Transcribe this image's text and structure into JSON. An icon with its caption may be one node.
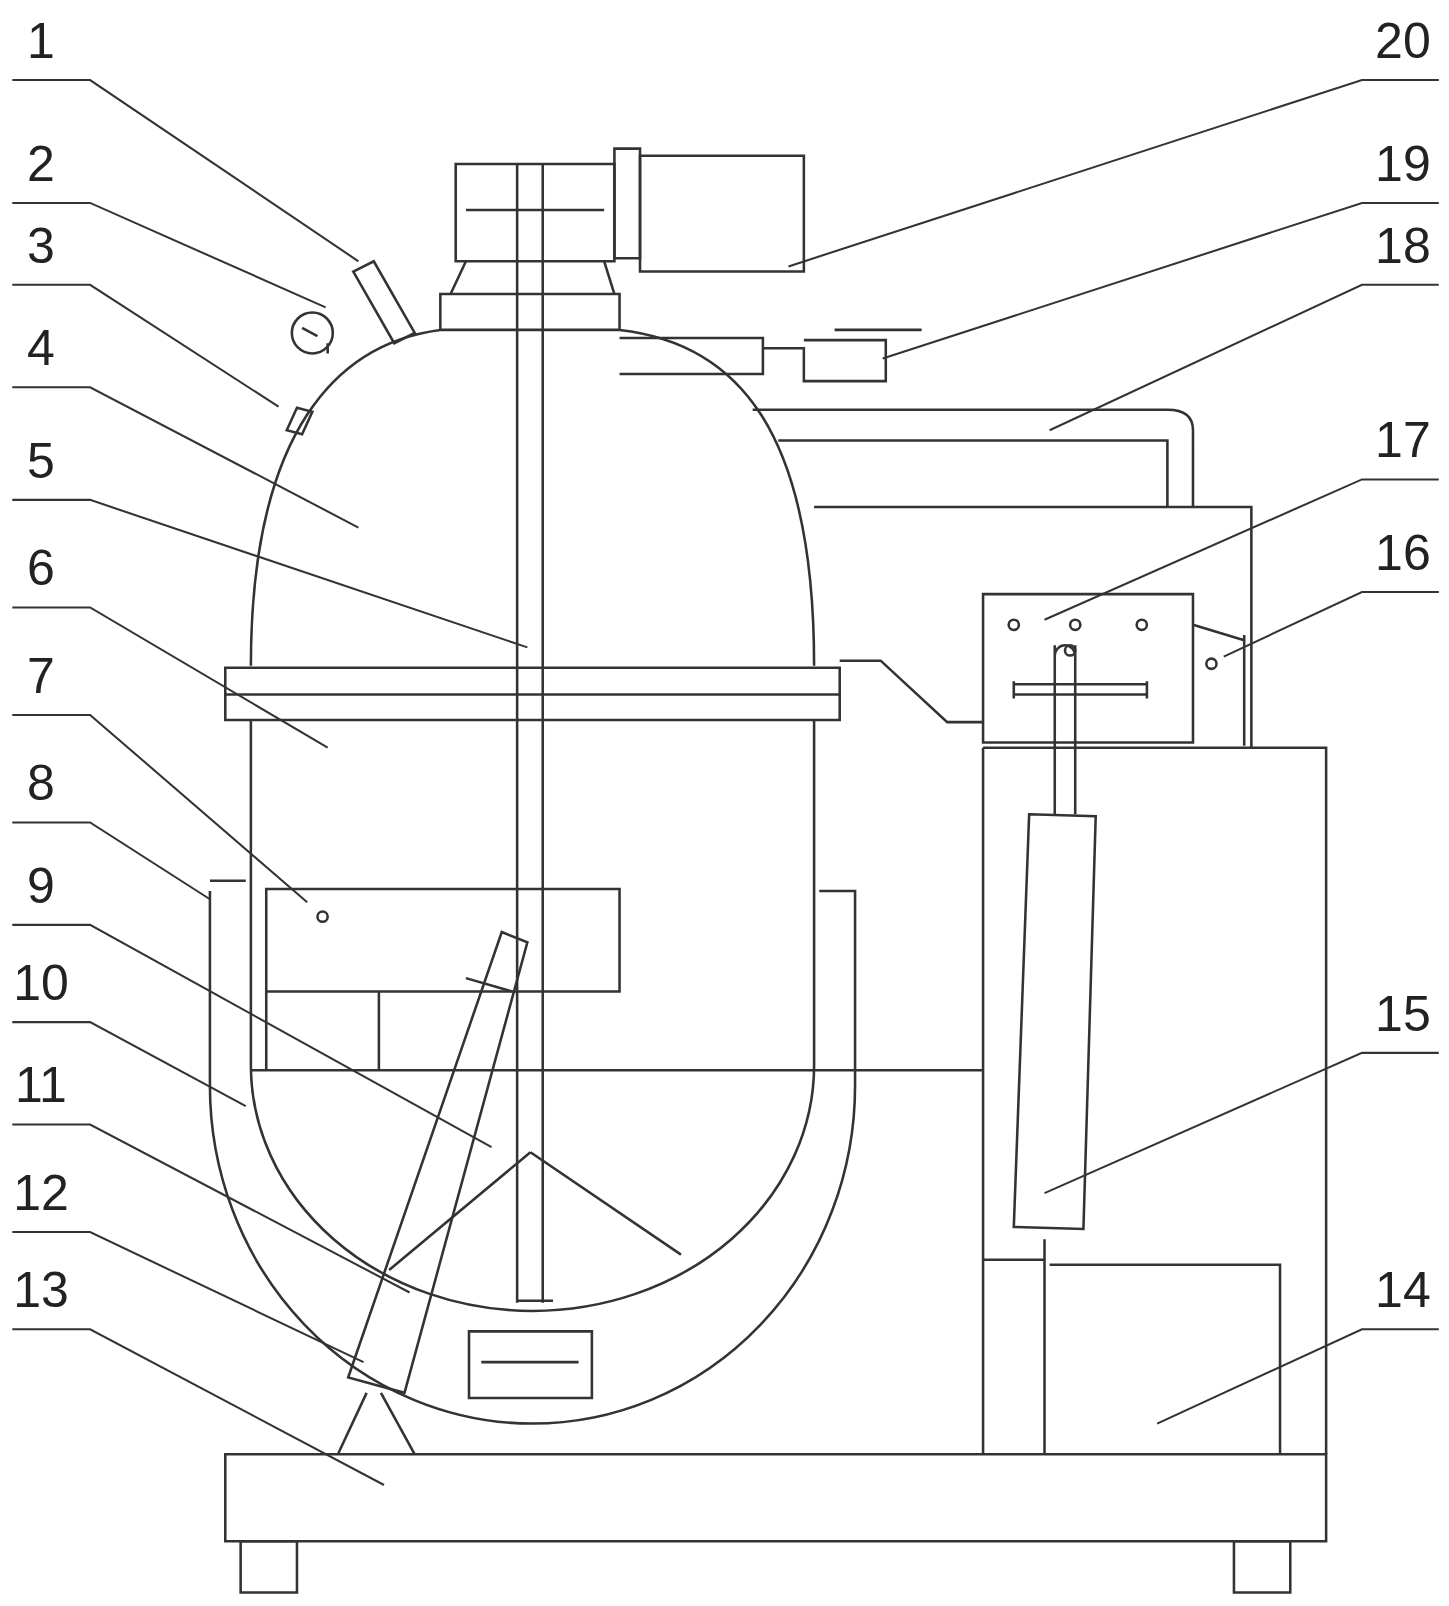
{
  "diagram": {
    "nodes": [
      {
        "text": [
          "1"
        ]
      },
      {
        "text": [
          "2"
        ]
      },
      {
        "text": [
          "3"
        ]
      },
      {
        "text": [
          "4"
        ]
      },
      {
        "text": [
          "5"
        ]
      },
      {
        "text": [
          "6"
        ]
      },
      {
        "text": [
          "7"
        ]
      },
      {
        "text": [
          "8"
        ]
      },
      {
        "text": [
          "9"
        ]
      },
      {
        "text": [
          "10"
        ]
      },
      {
        "text": [
          "11"
        ]
      },
      {
        "text": [
          "12"
        ]
      },
      {
        "text": [
          "13"
        ]
      },
      {
        "text": [
          "20"
        ]
      },
      {
        "text": [
          "19"
        ]
      },
      {
        "text": [
          "18"
        ]
      },
      {
        "text": [
          "17"
        ]
      },
      {
        "text": [
          "16"
        ]
      },
      {
        "text": [
          "15"
        ]
      },
      {
        "text": [
          "14"
        ]
      }
    ],
    "edges": [
      {
        "from": 0,
        "to": null,
        "arrow": "none"
      },
      {
        "from": 1,
        "to": null,
        "arrow": "none"
      },
      {
        "from": 2,
        "to": null,
        "arrow": "none"
      },
      {
        "from": 3,
        "to": null,
        "arrow": "none"
      },
      {
        "from": 4,
        "to": null,
        "arrow": "none"
      },
      {
        "from": 5,
        "to": null,
        "arrow": "none"
      },
      {
        "from": 6,
        "to": null,
        "arrow": "none"
      },
      {
        "from": 7,
        "to": null,
        "arrow": "none"
      },
      {
        "from": 8,
        "to": null,
        "arrow": "none"
      },
      {
        "from": 9,
        "to": null,
        "arrow": "none"
      },
      {
        "from": 10,
        "to": null,
        "arrow": "none"
      },
      {
        "from": 11,
        "to": null,
        "arrow": "none"
      },
      {
        "from": 12,
        "to": null,
        "arrow": "none"
      },
      {
        "from": 13,
        "to": null,
        "arrow": "none"
      },
      {
        "from": 14,
        "to": null,
        "arrow": "none"
      },
      {
        "from": 15,
        "to": null,
        "arrow": "none"
      },
      {
        "from": 16,
        "to": null,
        "arrow": "none"
      },
      {
        "from": 17,
        "to": null,
        "arrow": "none"
      },
      {
        "from": 18,
        "to": null,
        "arrow": "none"
      },
      {
        "from": 19,
        "to": null,
        "arrow": "none"
      }
    ]
  }
}
